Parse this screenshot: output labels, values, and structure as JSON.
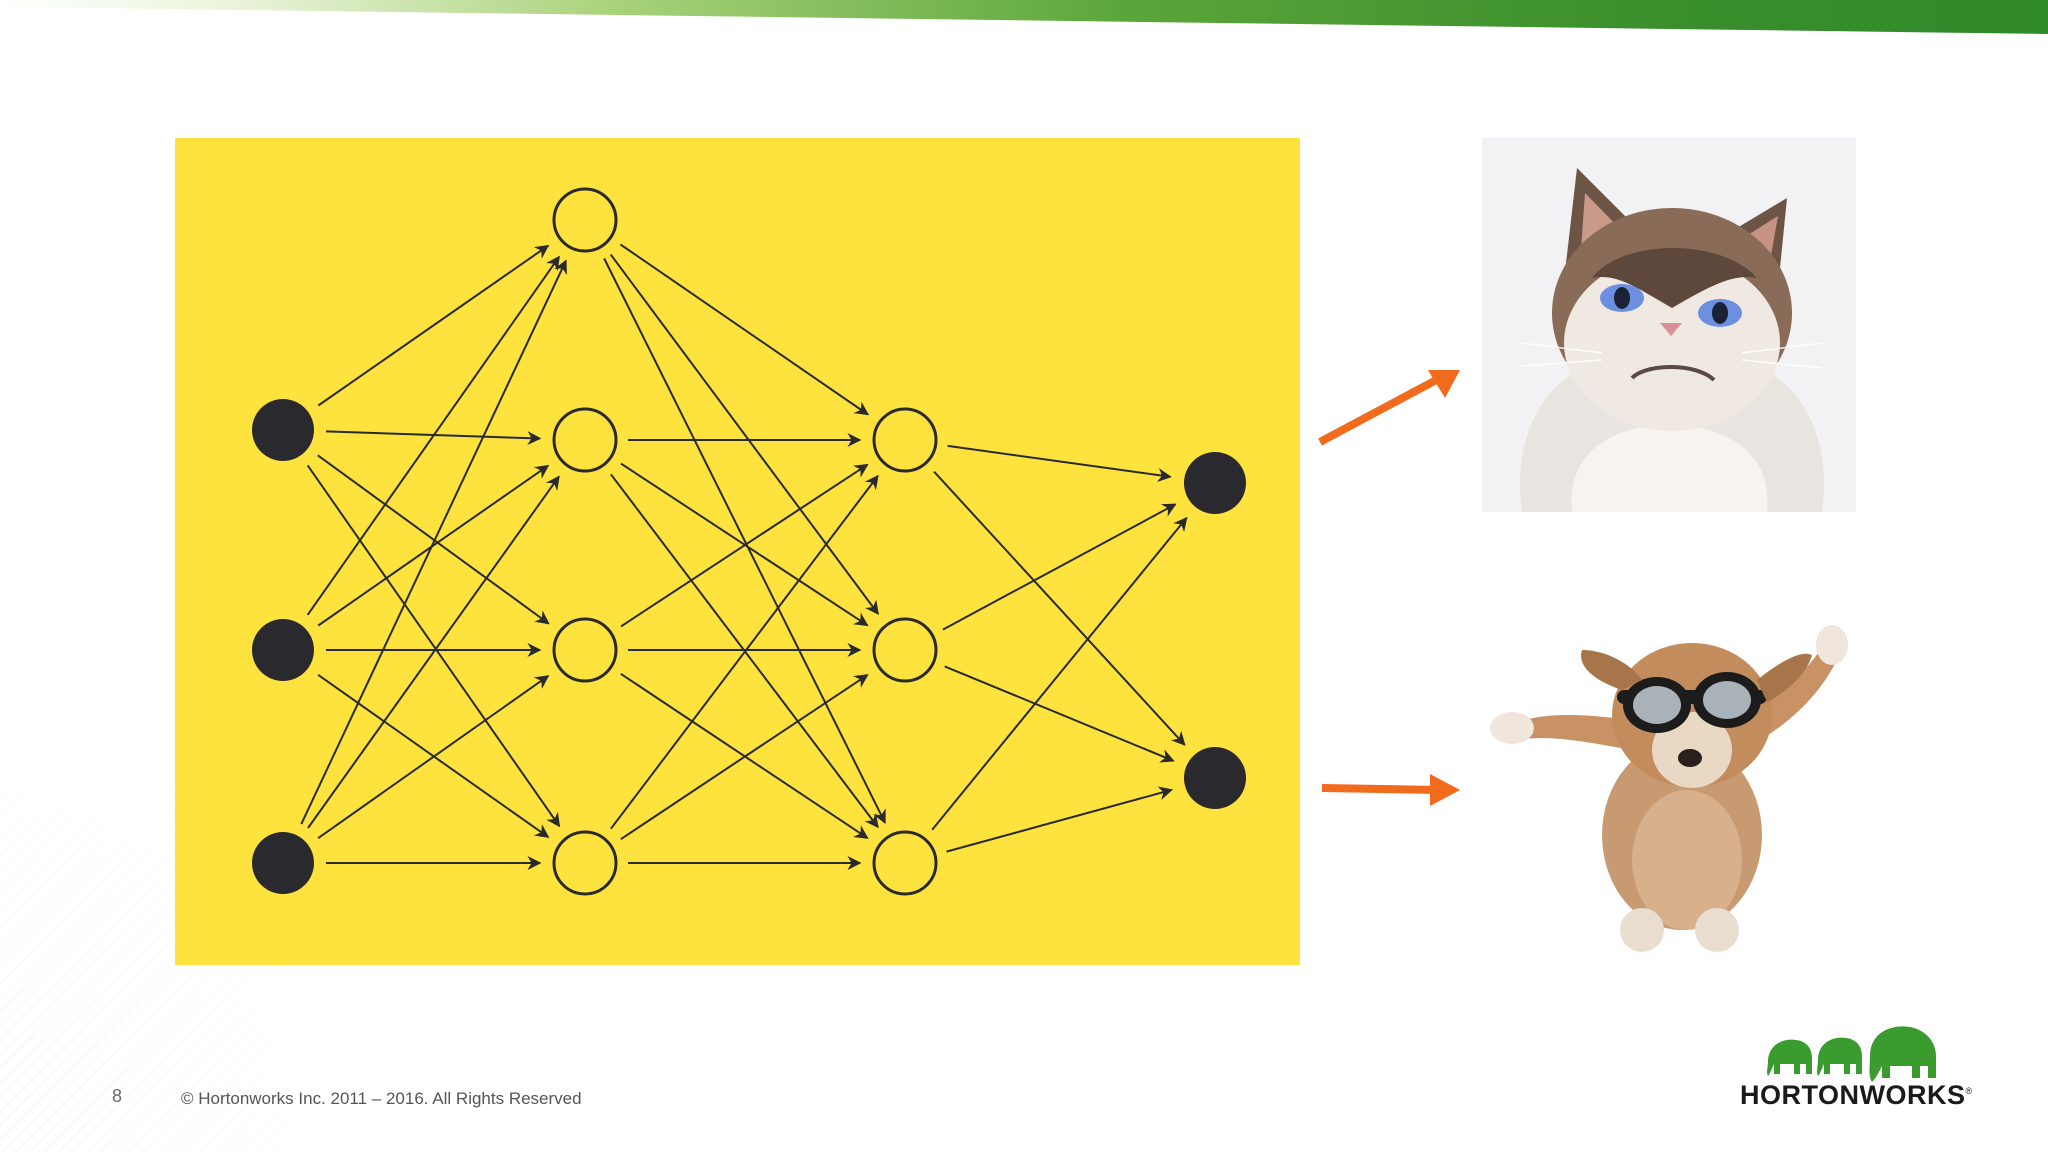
{
  "slide": {
    "page_number": "8",
    "copyright": "© Hortonworks Inc. 2011 – 2016. All Rights Reserved"
  },
  "logo": {
    "wordmark": "HORTONWORKS",
    "icon": "elephant-herd-logo-icon",
    "brand_color": "#3a9b2f"
  },
  "network": {
    "background_color": "#fee33e",
    "layers": [
      {
        "name": "input",
        "nodes": 3,
        "filled": true
      },
      {
        "name": "hidden-1",
        "nodes": 4,
        "filled": false
      },
      {
        "name": "hidden-2",
        "nodes": 3,
        "filled": false
      },
      {
        "name": "output",
        "nodes": 2,
        "filled": true
      }
    ]
  },
  "arrows": {
    "color": "#f26a1b",
    "icons": [
      "arrow-to-cat-icon",
      "arrow-to-dog-icon"
    ]
  },
  "images": {
    "cat": "grumpy-cat-photo",
    "dog": "puppy-with-goggles-photo"
  }
}
